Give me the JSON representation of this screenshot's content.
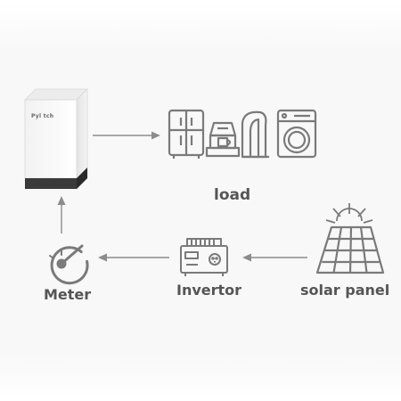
{
  "battery": {
    "brand": "Pyl ⁠tch"
  },
  "labels": {
    "load": "load",
    "meter": "Meter",
    "invertor": "Invertor",
    "solar_panel": "solar panel"
  },
  "icons": {
    "battery": "battery-cabinet-icon",
    "fridge": "refrigerator-icon",
    "coffee": "coffee-machine-icon",
    "iron": "iron-icon",
    "washer": "washing-machine-icon",
    "meter": "meter-gauge-icon",
    "inverter": "inverter-icon",
    "solar": "solar-panel-icon"
  },
  "colors": {
    "line": "#8c8c8c",
    "text": "#555555"
  }
}
